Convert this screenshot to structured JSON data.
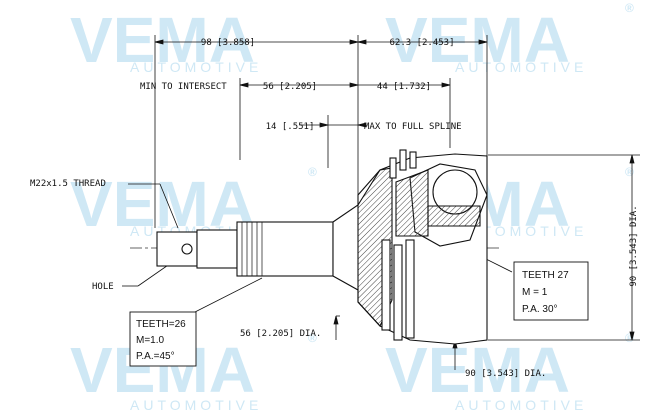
{
  "watermark": {
    "brand": "VEMA",
    "sub": "AUTOMOTIVE",
    "reg": "®",
    "color": "#cfe8f5"
  },
  "dimensions": {
    "total_length": "98 [3.858]",
    "outer_length": "62.3 [2.453]",
    "min_to_intersect_label": "MIN TO INTERSECT",
    "min_to_intersect_value": "56 [2.205]",
    "bell_length": "44 [1.732]",
    "spline_length": "14 [.551]",
    "max_to_full_spline": "MAX TO FULL SPLINE",
    "thread": "M22x1.5 THREAD",
    "hole": "HOLE",
    "shaft_dia": "56 [2.205] DIA.",
    "bell_dia": "90 [3.543] DIA.",
    "overall_dia": "90 [3.543] DIA."
  },
  "spec_outer": {
    "teeth": "TEETH=26",
    "module": "M=1.0",
    "pa": "P.A.=45°"
  },
  "spec_inner": {
    "teeth": "TEETH 27",
    "module": "M = 1",
    "pa": "P.A. 30°"
  },
  "colors": {
    "line": "#111111",
    "hatch": "#444444"
  }
}
